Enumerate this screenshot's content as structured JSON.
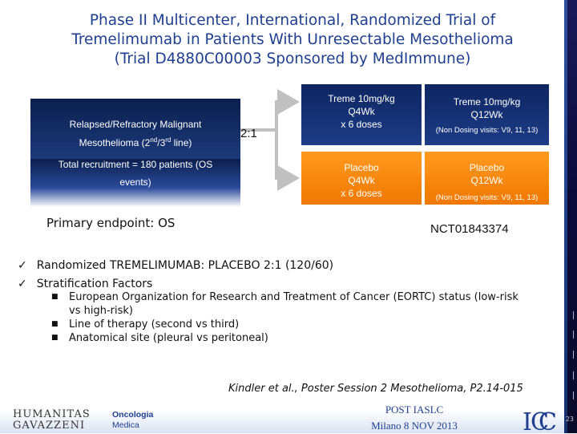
{
  "title": {
    "line1": "Phase II Multicenter, International, Randomized Trial of",
    "line2": "Tremelimumab in Patients With Unresectable Mesothelioma",
    "line3": "(Trial D4880C00003 Sponsored by MedImmune)"
  },
  "population": {
    "line1": "Relapsed/Refractory Malignant",
    "line2_pre": "Mesothelioma (2",
    "sup1": "nd",
    "mid": "/3",
    "sup2": "rd",
    "line2_post": " line)",
    "recruit1": "Total recruitment = 180 patients (OS",
    "recruit2": "events)"
  },
  "ratio": "2:1",
  "arms": {
    "treme_induction": [
      "Treme 10mg/kg",
      "Q4Wk",
      "x 6 doses"
    ],
    "treme_maint": [
      "Treme 10mg/kg",
      "Q12Wk"
    ],
    "treme_maint_note": "(Non Dosing visits: V9, 11, 13)",
    "placebo_induction": [
      "Placebo",
      "Q4Wk",
      "x 6 doses"
    ],
    "placebo_maint": [
      "Placebo",
      "Q12Wk"
    ],
    "placebo_maint_note": "(Non Dosing visits: V9, 11, 13)"
  },
  "primary_endpoint": "Primary endpoint: OS",
  "nct": "NCT01843374",
  "bullets": [
    "Randomized TREMELIMUMAB: PLACEBO 2:1 (120/60)",
    "Stratification Factors"
  ],
  "sub_bullets": [
    "European Organization for Research and Treatment of Cancer (EORTC) status (low-risk vs high-risk)",
    "Line of therapy (second vs third)",
    "Anatomical site (pleural vs peritoneal)"
  ],
  "reference": "Kindler et al., Poster Session 2 Mesothelioma, P2.14-015",
  "footer": {
    "logo_line1": "HUMANITAS",
    "logo_line2": "GAVAZZENI",
    "dept_line1": "Oncologia",
    "dept_line2": "Medica",
    "post_line1": "POST IASLC",
    "post_line2": "Milano 8 NOV 2013",
    "page": "23"
  },
  "colors": {
    "title": "#1f3f8f",
    "navy": "#0d2560",
    "orange": "#f07800"
  }
}
